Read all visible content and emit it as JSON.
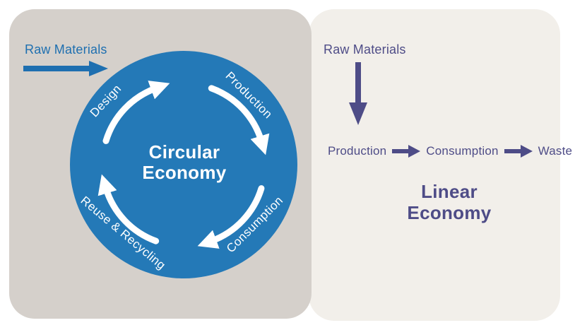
{
  "circular_panel": {
    "input_label": "Raw Materials",
    "title": [
      "Circular",
      "Economy"
    ],
    "stages": [
      "Design",
      "Production",
      "Consumption",
      "Reuse & Recycling"
    ]
  },
  "linear_panel": {
    "input_label": "Raw Materials",
    "title": [
      "Linear",
      "Economy"
    ],
    "flow": [
      "Production",
      "Consumption",
      "Waste"
    ]
  },
  "colors": {
    "blue": "#1e6fb0",
    "circle_blue": "#2479b7",
    "purple": "#4e4c87",
    "left_panel_bg": "#d5d0cb",
    "right_panel_bg": "#f2efea",
    "page_bg": "#ffffff",
    "white": "#ffffff"
  }
}
